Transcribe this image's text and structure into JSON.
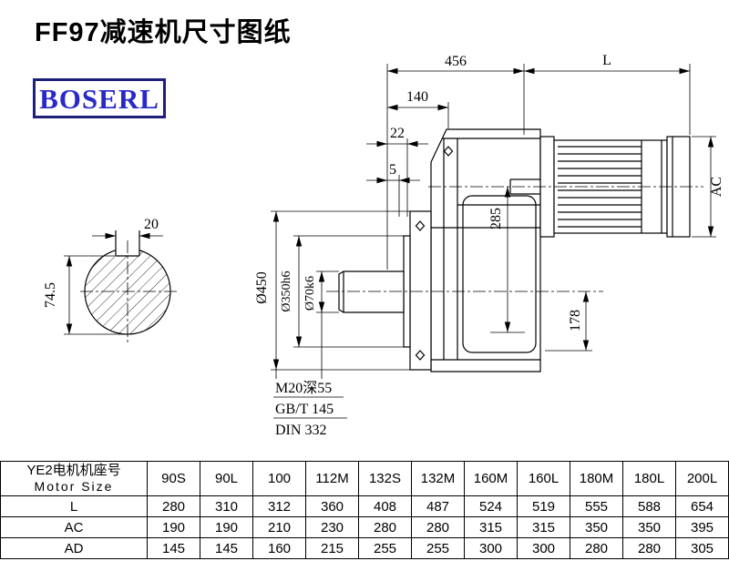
{
  "title": "FF97减速机尺寸图纸",
  "brand": "BOSERL",
  "drawing": {
    "dims": {
      "top_span": "456",
      "motor_len": "L",
      "d140": "140",
      "d22": "22",
      "d5": "5",
      "ac": "AC",
      "d285": "285",
      "d178": "178",
      "flange_dia": "Ø450",
      "spigot_dia": "Ø350h6",
      "shaft_dia": "Ø70k6",
      "key_width": "20",
      "key_height": "74.5"
    },
    "notes": [
      "M20深55",
      "GB/T 145",
      "DIN 332"
    ]
  },
  "table": {
    "row_header_cn": "YE2电机机座号",
    "row_header_en": "Motor Size",
    "columns": [
      "90S",
      "90L",
      "100",
      "112M",
      "132S",
      "132M",
      "160M",
      "160L",
      "180M",
      "180L",
      "200L"
    ],
    "rows": [
      {
        "label": "L",
        "values": [
          "280",
          "310",
          "312",
          "360",
          "408",
          "487",
          "524",
          "519",
          "555",
          "588",
          "654"
        ]
      },
      {
        "label": "AC",
        "values": [
          "190",
          "190",
          "210",
          "230",
          "280",
          "280",
          "315",
          "315",
          "350",
          "350",
          "395"
        ]
      },
      {
        "label": "AD",
        "values": [
          "145",
          "145",
          "160",
          "215",
          "255",
          "255",
          "300",
          "300",
          "280",
          "280",
          "305"
        ]
      }
    ]
  },
  "colors": {
    "brand_text": "#2929c8",
    "brand_border": "#1f1f7a",
    "line": "#000000"
  }
}
